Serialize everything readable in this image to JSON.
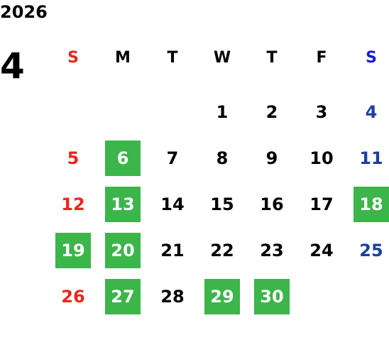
{
  "calendar": {
    "year": "2026",
    "month": "4",
    "weekdays": [
      "S",
      "M",
      "T",
      "W",
      "T",
      "F",
      "S"
    ],
    "colors": {
      "sunday": "#e8261c",
      "saturday_header": "#1a1ad8",
      "saturday": "#1c3f9e",
      "weekday": "#000000",
      "highlight_bg": "#3cb54a",
      "highlight_text": "#ffffff"
    },
    "weeks": [
      [
        null,
        null,
        null,
        {
          "day": "1"
        },
        {
          "day": "2"
        },
        {
          "day": "3"
        },
        {
          "day": "4"
        }
      ],
      [
        {
          "day": "5"
        },
        {
          "day": "6",
          "highlight": true
        },
        {
          "day": "7"
        },
        {
          "day": "8"
        },
        {
          "day": "9"
        },
        {
          "day": "10"
        },
        {
          "day": "11"
        }
      ],
      [
        {
          "day": "12"
        },
        {
          "day": "13",
          "highlight": true
        },
        {
          "day": "14"
        },
        {
          "day": "15"
        },
        {
          "day": "16"
        },
        {
          "day": "17"
        },
        {
          "day": "18",
          "highlight": true
        }
      ],
      [
        {
          "day": "19",
          "highlight": true
        },
        {
          "day": "20",
          "highlight": true
        },
        {
          "day": "21"
        },
        {
          "day": "22"
        },
        {
          "day": "23"
        },
        {
          "day": "24"
        },
        {
          "day": "25"
        }
      ],
      [
        {
          "day": "26"
        },
        {
          "day": "27",
          "highlight": true
        },
        {
          "day": "28"
        },
        {
          "day": "29",
          "highlight": true
        },
        {
          "day": "30",
          "highlight": true
        },
        null,
        null
      ]
    ]
  }
}
